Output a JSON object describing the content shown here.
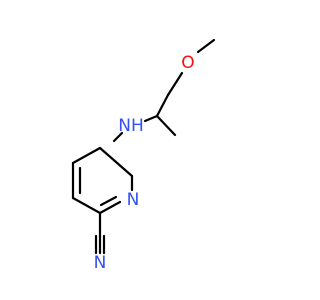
{
  "structure": {
    "atoms": {
      "O": {
        "label": "O",
        "color": "#ff0d0d"
      },
      "NH": {
        "label": "NH",
        "color": "#3050f8"
      },
      "N_ring": {
        "label": "N",
        "color": "#3050f8"
      },
      "N_nitrile": {
        "label": "N",
        "color": "#3050f8"
      }
    },
    "bond_color": "#000000"
  }
}
